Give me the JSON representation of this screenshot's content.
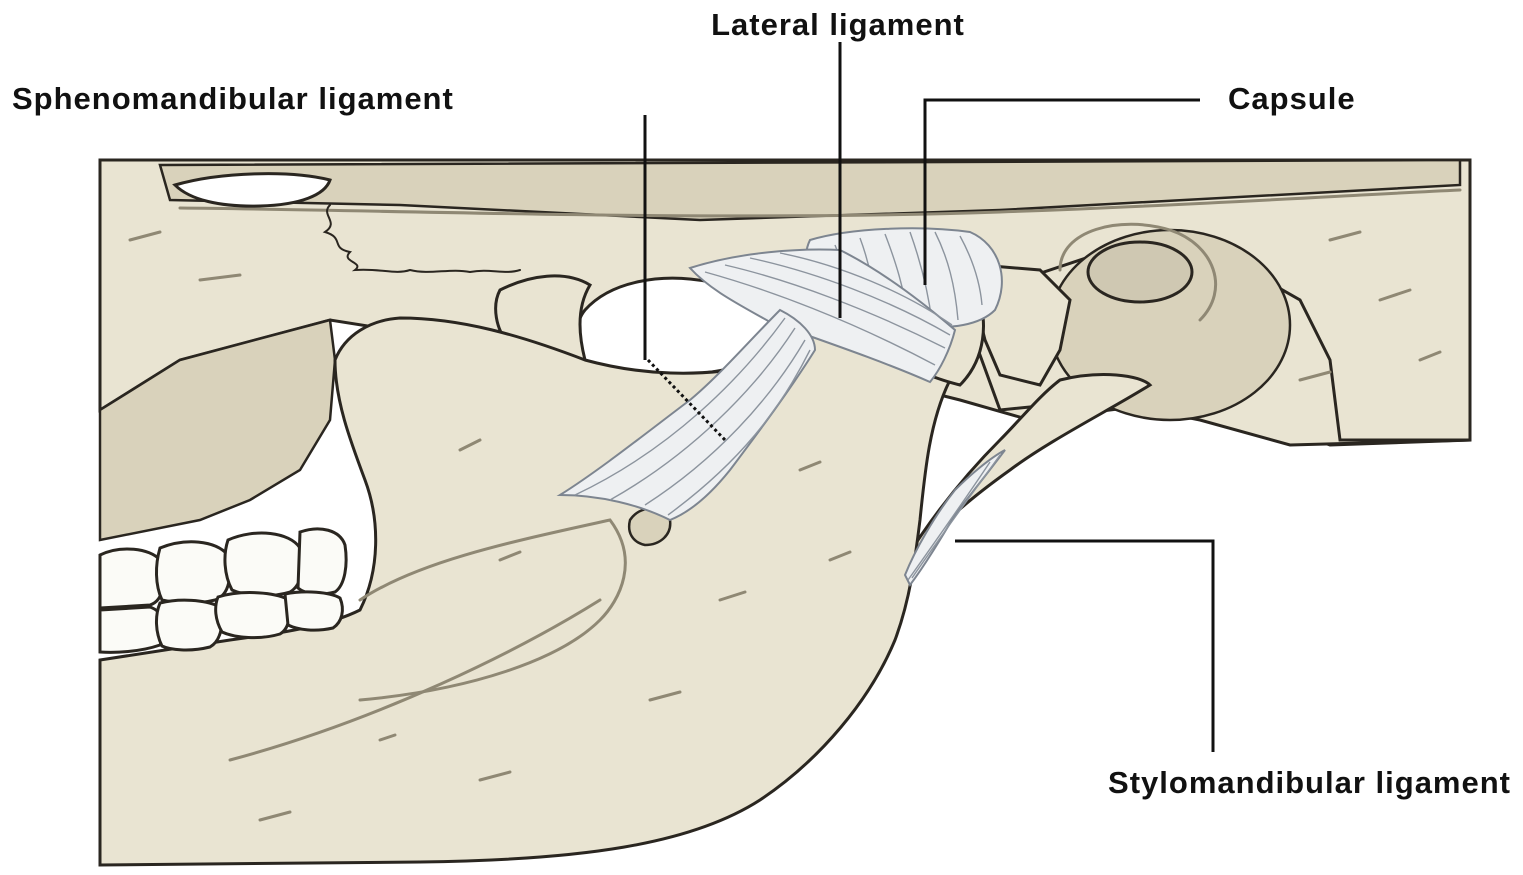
{
  "labels": {
    "lateral_ligament": "Lateral ligament",
    "sphenomandibular_ligament": "Sphenomandibular ligament",
    "capsule": "Capsule",
    "stylomandibular_ligament": "Stylomandibular ligament"
  },
  "colors": {
    "bone": "#e9e4d2",
    "bone_shadow": "#d9d2bb",
    "ligament": "#eef0f2",
    "outline": "#2a2620",
    "label_text": "#111111"
  }
}
